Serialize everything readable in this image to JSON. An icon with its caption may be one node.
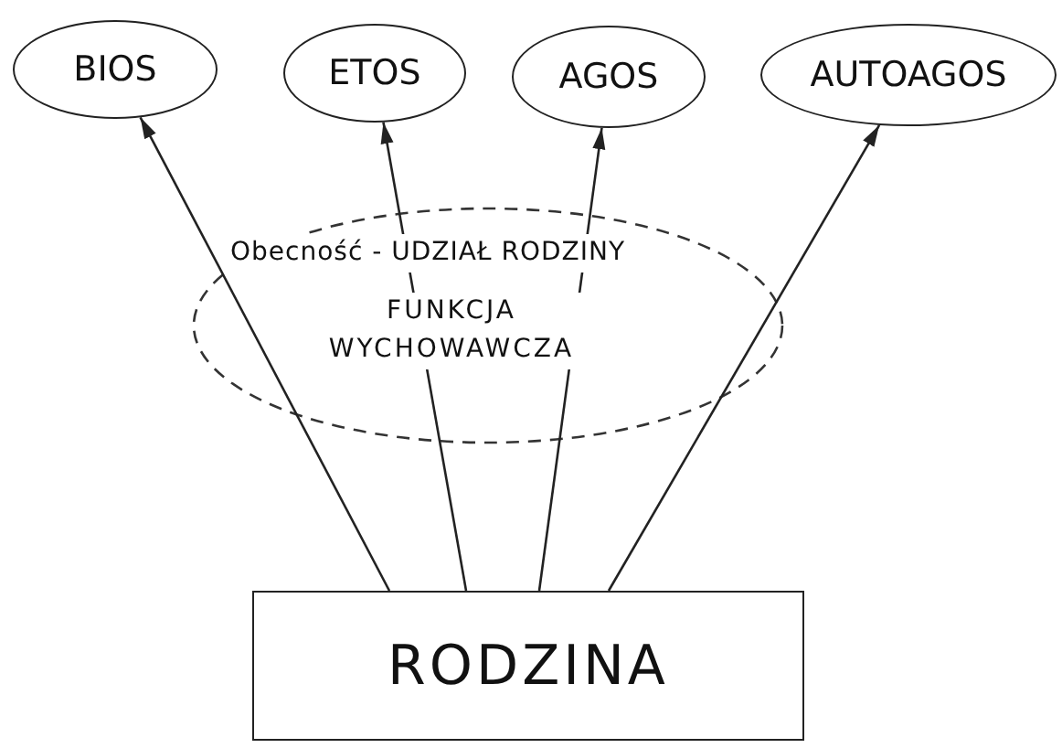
{
  "diagram": {
    "nodes": [
      {
        "text": [
          "BIOS"
        ]
      },
      {
        "text": [
          "ETOS"
        ]
      },
      {
        "text": [
          "AGOS"
        ]
      },
      {
        "text": [
          "AUTOAGOS"
        ]
      },
      {
        "text": [
          "RODZINA"
        ]
      }
    ],
    "edges": [
      {
        "from": 4,
        "to": 0,
        "arrow": "to"
      },
      {
        "from": 4,
        "to": 1,
        "arrow": "to"
      },
      {
        "from": 4,
        "to": 2,
        "arrow": "to"
      },
      {
        "from": 4,
        "to": 3,
        "arrow": "to"
      }
    ],
    "labels": [
      "Obecność - UDZIAŁ RODZINY",
      "FUNKCJA WYCHOWAWCZA"
    ]
  }
}
